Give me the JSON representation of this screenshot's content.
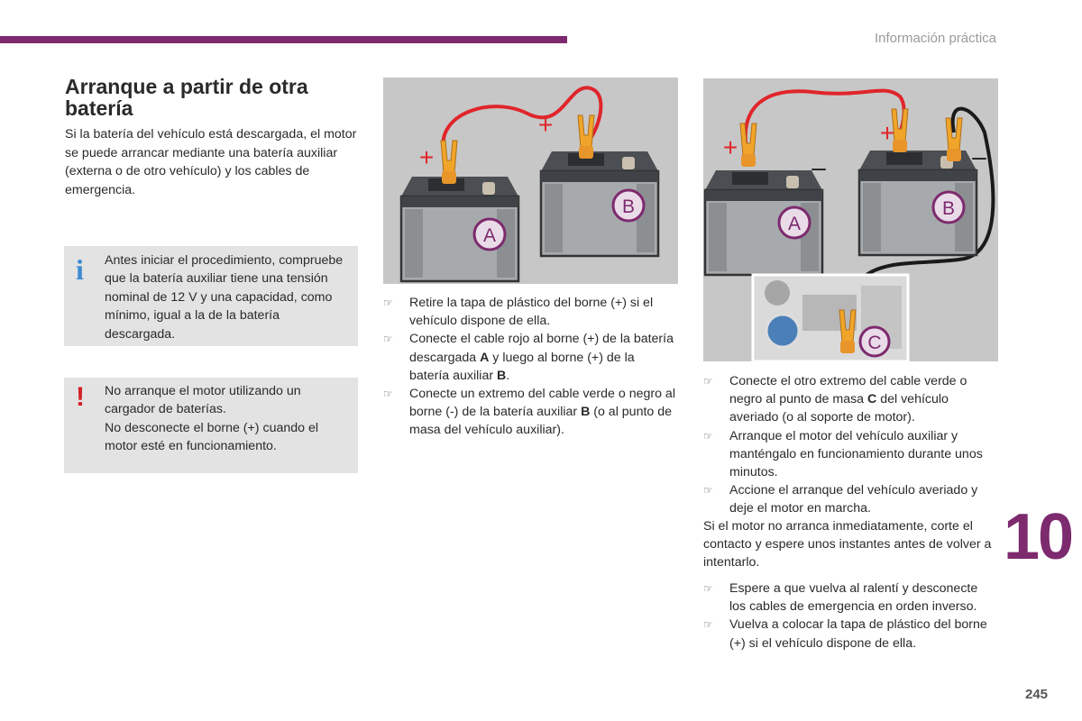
{
  "header": {
    "section": "Información práctica"
  },
  "title": "Arranque a partir de otra batería",
  "intro": "Si la batería del vehículo está descargada, el motor se puede arrancar mediante una batería auxiliar (externa o de otro vehículo) y los cables de emergencia.",
  "info_note": "Antes iniciar el procedimiento, compruebe que la batería auxiliar tiene una tensión nominal de 12 V y una capacidad, como mínimo, igual a la de la batería descargada.",
  "warning_note": {
    "line1": "No arranque el motor utilizando un cargador de baterías.",
    "line2": "No desconecte el borne (+) cuando el motor esté en funcionamiento."
  },
  "figure1": {
    "battery_a": "A",
    "battery_b": "B",
    "plus": "+"
  },
  "figure2": {
    "battery_a": "A",
    "battery_b": "B",
    "point_c": "C",
    "plus": "+",
    "minus": "–"
  },
  "bullet_glyph": "☞",
  "steps_col2": [
    {
      "text": "Retire la tapa de plástico del borne (+) si el vehículo dispone de ella."
    },
    {
      "t1": "Conecte el cable rojo al borne (+) de la batería descargada ",
      "b1": "A",
      "t2": " y luego al borne (+) de la batería auxiliar ",
      "b2": "B",
      "t3": "."
    },
    {
      "t1": "Conecte un extremo del cable verde o negro al borne (-) de la batería auxiliar ",
      "b1": "B",
      "t2": " (o al punto de masa del vehículo auxiliar)."
    }
  ],
  "steps_col3": [
    {
      "t1": "Conecte el otro extremo del cable verde o negro al punto de masa ",
      "b1": "C",
      "t2": " del vehículo averiado (o al soporte de motor)."
    },
    {
      "text": "Arranque el motor del vehículo auxiliar y manténgalo en funcionamiento durante unos minutos."
    },
    {
      "text": "Accione el arranque del vehículo averiado y deje el motor en marcha."
    }
  ],
  "retry_text": "Si el motor no arranca inmediatamente, corte el contacto y espere unos instantes antes de volver a intentarlo.",
  "steps_col3b": [
    {
      "text": "Espere a que vuelva al ralentí y desconecte los cables de emergencia en orden inverso."
    },
    {
      "text": "Vuelva a colocar la tapa de plástico del borne (+) si el vehículo dispone de ella."
    }
  ],
  "chapter_number": "10",
  "page_number": "245",
  "colors": {
    "accent": "#7d2a6e",
    "info": "#3d8bd0",
    "warning": "#d42027",
    "cable_red": "#e0252b",
    "clamp": "#f0a52a"
  }
}
